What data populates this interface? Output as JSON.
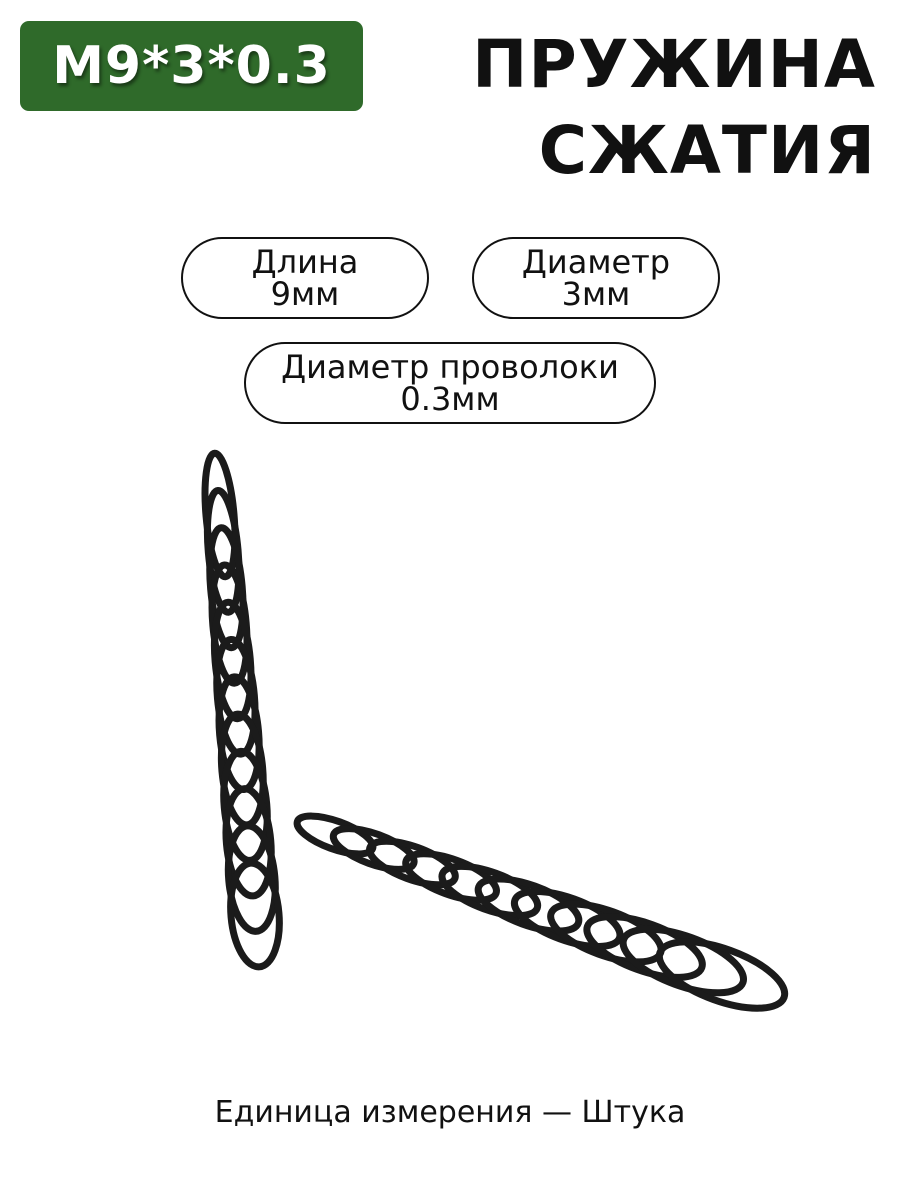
{
  "badge": {
    "text": "M9*3*0.3",
    "color": "#2f6a2a"
  },
  "title": {
    "line1": "ПРУЖИНА",
    "line2": "СЖАТИЯ"
  },
  "specs": [
    {
      "name": "Длина",
      "value": "9мм"
    },
    {
      "name": "Диаметр",
      "value": "3мм"
    },
    {
      "name": "Диаметр проволоки",
      "value": "0.3мм"
    }
  ],
  "footer": {
    "text": "Единица измерения — Штука"
  }
}
